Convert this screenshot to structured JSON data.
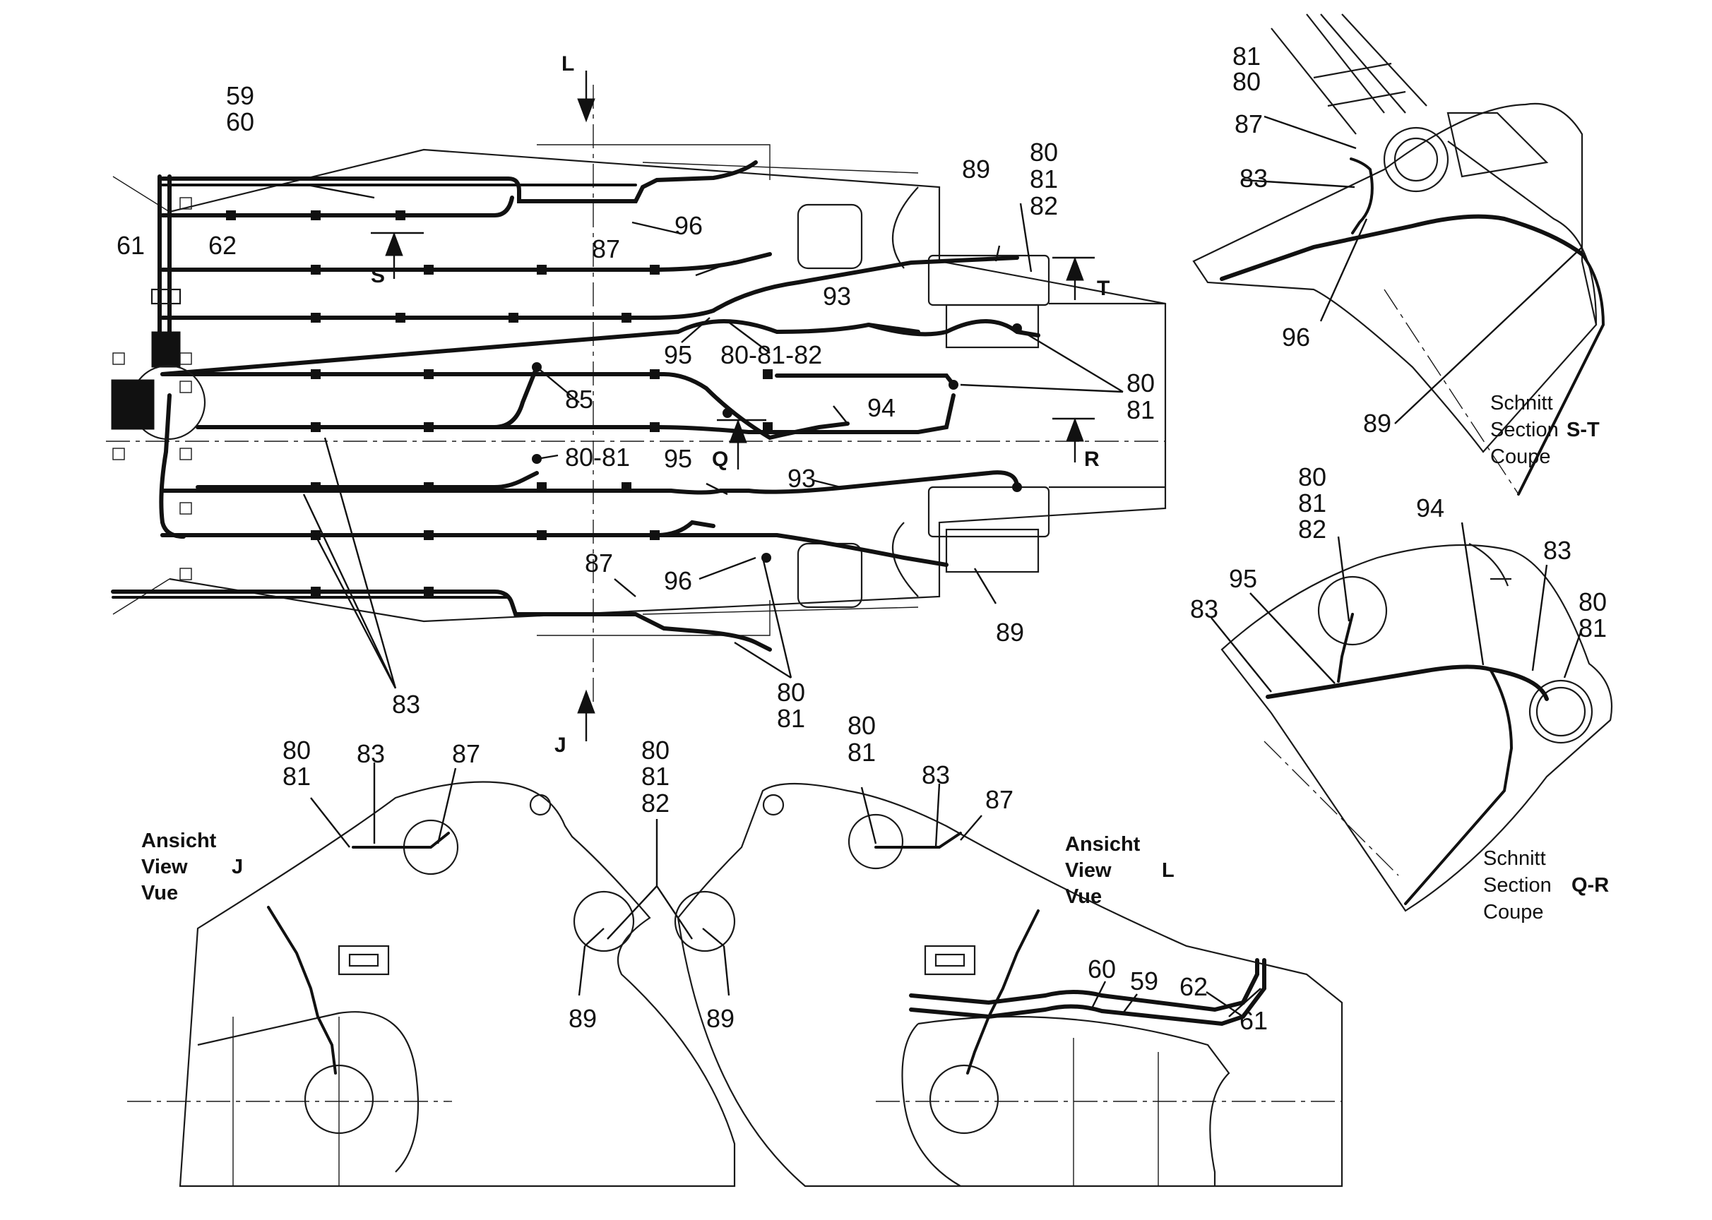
{
  "main_view": {
    "label_59": "59",
    "label_60": "60",
    "label_61": "61",
    "label_62": "62",
    "label_87_top": "87",
    "label_96_top": "96",
    "label_89_top": "89",
    "label_80_81_82_top": [
      "80",
      "81",
      "82"
    ],
    "label_93_top": "93",
    "label_95_top": "95",
    "label_80_81_82_mid": "80-81-82",
    "label_85": "85",
    "label_80_81_mid": "80-81",
    "label_80_81_right": [
      "80",
      "81"
    ],
    "label_94": "94",
    "label_95_low": "95",
    "label_93_low": "93",
    "label_87_low": "87",
    "label_96_low": "96",
    "label_89_low": "89",
    "label_80_81_low": [
      "80",
      "81"
    ],
    "label_83": "83",
    "arrow_L": "L",
    "arrow_J": "J",
    "arrow_S": "S",
    "arrow_T": "T",
    "arrow_Q": "Q",
    "arrow_R": "R"
  },
  "view_j": {
    "caption": [
      "Ansicht",
      "View",
      "Vue"
    ],
    "letter": "J",
    "label_80_81": [
      "80",
      "81"
    ],
    "label_83": "83",
    "label_87": "87",
    "label_89": "89"
  },
  "center_label": [
    "80",
    "81",
    "82"
  ],
  "view_l": {
    "caption": [
      "Ansicht",
      "View",
      "Vue"
    ],
    "letter": "L",
    "label_80_81": [
      "80",
      "81"
    ],
    "label_83": "83",
    "label_87": "87",
    "label_89": "89",
    "label_60": "60",
    "label_59": "59",
    "label_62": "62",
    "label_61": "61"
  },
  "section_st": {
    "caption": [
      "Schnitt",
      "Section",
      "Coupe"
    ],
    "letter": "S-T",
    "label_81": "81",
    "label_80": "80",
    "label_87": "87",
    "label_83": "83",
    "label_96": "96",
    "label_89": "89"
  },
  "section_qr": {
    "caption": [
      "Schnitt",
      "Section",
      "Coupe"
    ],
    "letter": "Q-R",
    "label_80_81_82": [
      "80",
      "81",
      "82"
    ],
    "label_94": "94",
    "label_95": "95",
    "label_83_left": "83",
    "label_83_right": "83",
    "label_80_81": [
      "80",
      "81"
    ]
  }
}
